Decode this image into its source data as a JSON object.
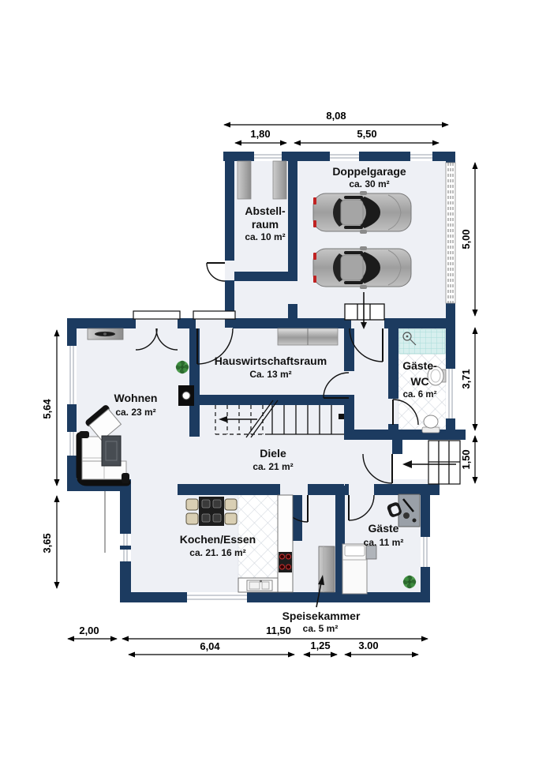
{
  "plan_type": "floor-plan",
  "rooms": {
    "garage": {
      "name": "Doppelgarage",
      "area": "ca. 30 m²"
    },
    "abstellraum": {
      "name_line1": "Abstell-",
      "name_line2": "raum",
      "area": "ca. 10 m²"
    },
    "hwr": {
      "name": "Hauswirtschaftsraum",
      "area": "Ca. 13 m²"
    },
    "wc": {
      "name_line1": "Gäste-",
      "name_line2": "WC",
      "area": "ca. 6 m²"
    },
    "wohnen": {
      "name": "Wohnen",
      "area": "ca. 23 m²"
    },
    "diele": {
      "name": "Diele",
      "area": "ca. 21 m²"
    },
    "kochen": {
      "name": "Kochen/Essen",
      "area": "ca. 21. 16 m²"
    },
    "gaeste": {
      "name": "Gäste",
      "area": "ca. 11 m²"
    },
    "speisekammer": {
      "name": "Speisekammer",
      "area": "ca. 5 m²"
    }
  },
  "dimensions": {
    "top_total": "8,08",
    "top_left": "1,80",
    "top_right": "5,50",
    "right_garage": "5,00",
    "right_wc": "3,71",
    "right_entry": "1,50",
    "left_wohnen": "5,64",
    "left_lower": "3,65",
    "bottom_offset": "2,00",
    "bottom_total": "11,50",
    "bottom_kitchen": "6,04",
    "bottom_pantry": "1,25",
    "bottom_guest": "3.00"
  },
  "colors": {
    "wall": "#1c3b60",
    "floor": "#eef0f5",
    "background": "#ffffff",
    "dimension_text": "#000000",
    "tile_line": "#ccd2da",
    "shower": "#cfeeec",
    "plant_green": "#4e9b4e",
    "car_gray": "#a9a9a9"
  }
}
